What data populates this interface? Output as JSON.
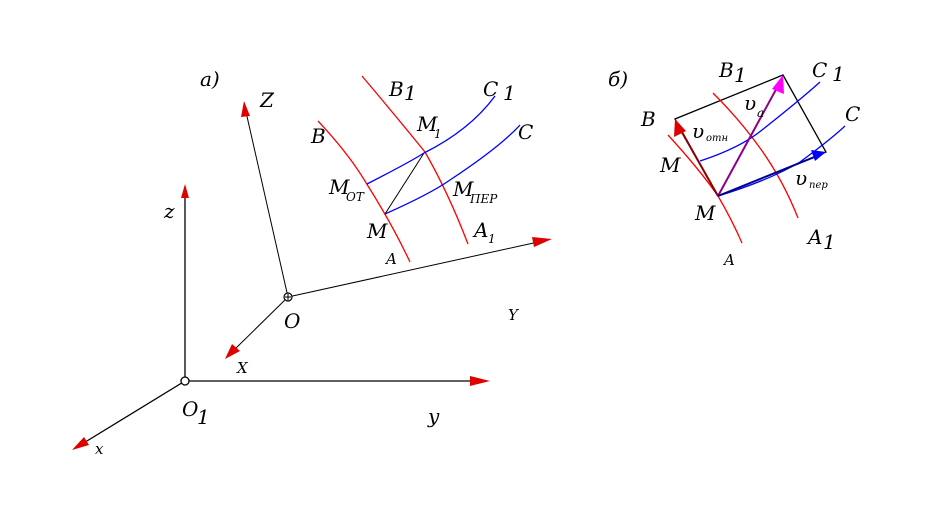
{
  "panel_a": {
    "title": "а)",
    "axis_z_lower": "z",
    "axis_x_lower": "x",
    "axis_y_lower": "y",
    "origin_o1": "O",
    "origin_o1_sub": "1",
    "axis_Z_upper": "Z",
    "axis_X_upper": "X",
    "axis_Y_upper": "Y",
    "origin_o": "O",
    "curve_B": "B",
    "curve_B1": "B",
    "curve_B1_sub": "1",
    "curve_C1": "C",
    "curve_C1_sub": "1",
    "curve_C": "C",
    "curve_A": "A",
    "curve_A1": "A",
    "curve_A1_sub": "1",
    "point_M": "M",
    "point_M1": "M",
    "point_M1_sub": "1",
    "point_Mot": "M",
    "point_Mot_sub": "OT",
    "point_Mper": "M",
    "point_Mper_sub": "ПЕР"
  },
  "panel_b": {
    "title": "б)",
    "curve_B": "B",
    "curve_B1": "B",
    "curve_B1_sub": "1",
    "curve_C1": "C",
    "curve_C1_sub": "1",
    "curve_C": "C",
    "curve_A": "A",
    "curve_A1": "A",
    "curve_A1_sub": "1",
    "point_M_left": "M",
    "point_M_bottom": "M",
    "v_abs": "υ",
    "v_abs_sub": "a",
    "v_rel": "υ",
    "v_rel_sub": "отн",
    "v_tr": "υ",
    "v_tr_sub": "пер"
  },
  "colors": {
    "curve_red": "#ff0000",
    "curve_blue": "#0000ff",
    "arrow_red": "#e00000",
    "arrow_magenta": "#ff00ff",
    "arrow_blue": "#0000ff",
    "line": "#000000"
  }
}
